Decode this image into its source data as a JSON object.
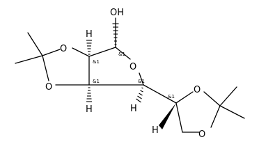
{
  "molecule": {
    "atoms": {
      "oh": "OH",
      "o_ring_top": "O",
      "o_left_upper": "O",
      "o_left_lower": "O",
      "o_dioxolane_top": "O",
      "o_dioxolane_bottom": "O",
      "h_top": "H",
      "h_bottom": "H",
      "h_c4": "H",
      "h_c5": "H"
    },
    "stereo": {
      "c1": "&1",
      "c2": "&1",
      "c3": "&1",
      "c4": "&1",
      "c5": "&1"
    }
  }
}
